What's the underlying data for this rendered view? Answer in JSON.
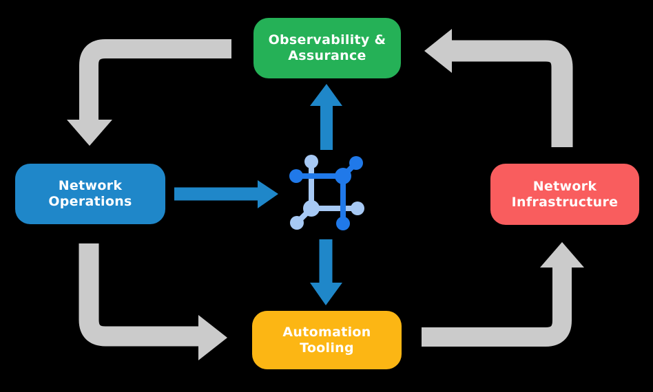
{
  "diagram": {
    "colors": {
      "background": "#000000",
      "cycle_arrow": "#CBCBCB",
      "flow_arrow": "#1F87C9",
      "icon_dark": "#2079E9",
      "icon_light": "#A7C9F4",
      "label_text": "#FFFFFF"
    },
    "nodes": {
      "observability": {
        "line1": "Observability &",
        "line2": "Assurance",
        "color": "#25B157"
      },
      "operations": {
        "line1": "Network",
        "line2": "Operations",
        "color": "#1F87C9"
      },
      "infrastructure": {
        "line1": "Network",
        "line2": "Infrastructure",
        "color": "#F95D5E"
      },
      "automation": {
        "line1": "Automation",
        "line2": "Tooling",
        "color": "#FCB614"
      }
    },
    "center_icon": {
      "name": "network-mesh-icon"
    },
    "flows": {
      "cycle": [
        {
          "from": "Observability & Assurance",
          "to": "Network Operations",
          "style": "gray-elbow"
        },
        {
          "from": "Network Operations",
          "to": "Automation Tooling",
          "style": "gray-elbow"
        },
        {
          "from": "Automation Tooling",
          "to": "Network Infrastructure",
          "style": "gray-elbow"
        },
        {
          "from": "Network Infrastructure",
          "to": "Observability & Assurance",
          "style": "gray-elbow"
        }
      ],
      "center": [
        {
          "from": "Network Operations",
          "to": "center-icon",
          "style": "blue-straight"
        },
        {
          "from": "center-icon",
          "to": "Observability & Assurance",
          "style": "blue-straight"
        },
        {
          "from": "center-icon",
          "to": "Automation Tooling",
          "style": "blue-straight"
        }
      ]
    }
  }
}
